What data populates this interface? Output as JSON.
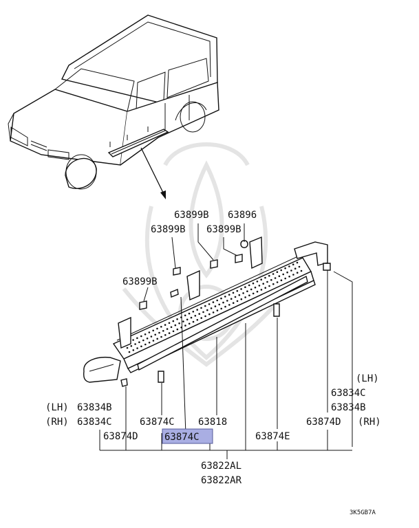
{
  "diagram": {
    "callouts": {
      "top1": "63899B",
      "top2": "63896",
      "top3": "63899B",
      "top4": "63899B",
      "left1": "63899B",
      "lh_label_left": "(LH)",
      "rh_label_left": "(RH)",
      "left_end_lh": "63834B",
      "left_end_rh": "63834C",
      "left_bolt": "63874C",
      "left_bolt_lower": "63874D",
      "center_part": "63818",
      "highlighted": "63874C",
      "right_bolt": "63874E",
      "right_lh_label": "(LH)",
      "right_end_lh": "63834C",
      "right_end_rh": "63834B",
      "right_bolt_lower": "63874D",
      "right_rh_label": "(RH)",
      "assembly_lh": "63822AL",
      "assembly_rh": "63822AR"
    },
    "figure_code": "3K5GB7A",
    "highlight_color": "#a9aee3"
  }
}
